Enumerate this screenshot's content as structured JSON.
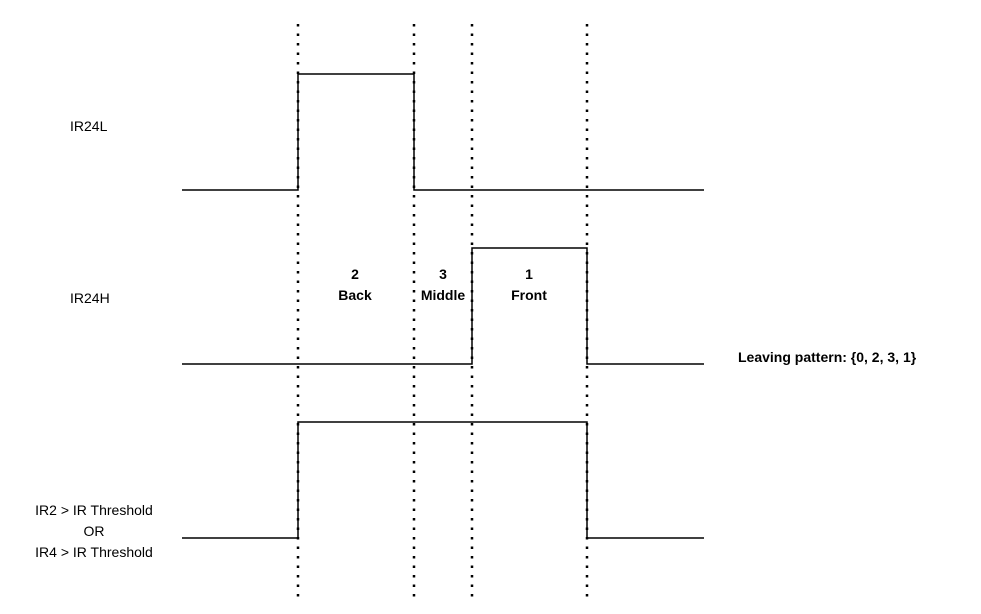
{
  "signals": [
    {
      "label": "IR24L"
    },
    {
      "label": "IR24H"
    },
    {
      "label_lines": [
        "IR2 > IR Threshold",
        "OR",
        "IR4 > IR Threshold"
      ]
    }
  ],
  "regions": [
    {
      "number": "2",
      "name": "Back"
    },
    {
      "number": "3",
      "name": "Middle"
    },
    {
      "number": "1",
      "name": "Front"
    }
  ],
  "pattern_text": "Leaving pattern: {0, 2, 3, 1}"
}
